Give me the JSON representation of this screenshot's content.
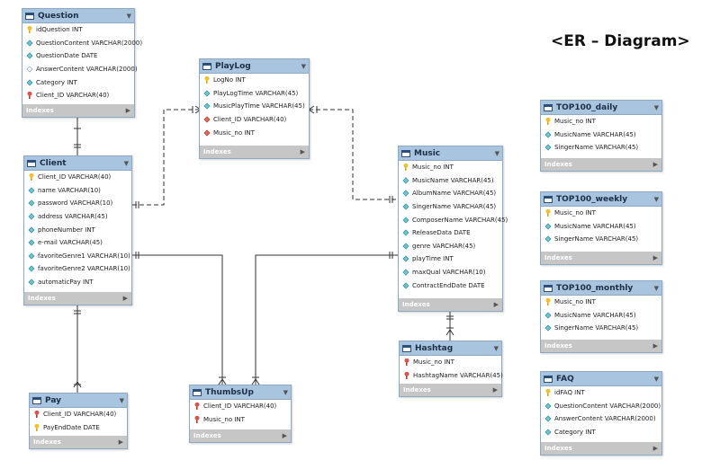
{
  "title": "<ER – Diagram>",
  "indexes_label": "Indexes",
  "icons": {
    "table": "table-icon",
    "primary_key": "key-icon",
    "foreign_key": "red-key-icon",
    "column": "diamond-icon",
    "column_nullable": "hollow-diamond-icon",
    "column_fk": "red-diamond-icon",
    "expand": "chevron-down-icon",
    "indexes": "triangle-right-icon"
  },
  "colors": {
    "header": "#a8c4df",
    "border": "#8ea9c4",
    "footer": "#c6c6c6",
    "connector": "#333333"
  },
  "entities": {
    "question": {
      "name": "Question",
      "columns": [
        {
          "text": "idQuestion INT",
          "icon": "pk"
        },
        {
          "text": "QuestionContent VARCHAR(2000)",
          "icon": "diamond"
        },
        {
          "text": "QuestionDate DATE",
          "icon": "diamond"
        },
        {
          "text": "AnswerContent VARCHAR(2000)",
          "icon": "empty"
        },
        {
          "text": "Category INT",
          "icon": "diamond"
        },
        {
          "text": "Client_ID VARCHAR(40)",
          "icon": "fk"
        }
      ]
    },
    "playlog": {
      "name": "PlayLog",
      "columns": [
        {
          "text": "LogNo INT",
          "icon": "pk"
        },
        {
          "text": "PlayLogTime VARCHAR(45)",
          "icon": "diamond"
        },
        {
          "text": "MusicPlayTime VARCHAR(45)",
          "icon": "diamond"
        },
        {
          "text": "Client_ID VARCHAR(40)",
          "icon": "red"
        },
        {
          "text": "Music_no INT",
          "icon": "red"
        }
      ]
    },
    "client": {
      "name": "Client",
      "columns": [
        {
          "text": "Client_ID VARCHAR(40)",
          "icon": "pk"
        },
        {
          "text": "name VARCHAR(10)",
          "icon": "diamond"
        },
        {
          "text": "password VARCHAR(10)",
          "icon": "diamond"
        },
        {
          "text": "address VARCHAR(45)",
          "icon": "diamond"
        },
        {
          "text": "phoneNumber INT",
          "icon": "diamond"
        },
        {
          "text": "e-mail VARCHAR(45)",
          "icon": "diamond"
        },
        {
          "text": "favoriteGenre1 VARCHAR(10)",
          "icon": "diamond"
        },
        {
          "text": "favoriteGenre2 VARCHAR(10)",
          "icon": "diamond"
        },
        {
          "text": "automaticPay INT",
          "icon": "diamond"
        }
      ]
    },
    "music": {
      "name": "Music",
      "columns": [
        {
          "text": "Music_no INT",
          "icon": "pk"
        },
        {
          "text": "MusicName VARCHAR(45)",
          "icon": "diamond"
        },
        {
          "text": "AlbumName VARCHAR(45)",
          "icon": "diamond"
        },
        {
          "text": "SingerName VARCHAR(45)",
          "icon": "diamond"
        },
        {
          "text": "ComposerName VARCHAR(45)",
          "icon": "diamond"
        },
        {
          "text": "ReleaseData DATE",
          "icon": "diamond"
        },
        {
          "text": "genre VARCHAR(45)",
          "icon": "diamond"
        },
        {
          "text": "playTime INT",
          "icon": "diamond"
        },
        {
          "text": "maxQual VARCHAR(10)",
          "icon": "diamond"
        },
        {
          "text": "ContractEndDate DATE",
          "icon": "diamond"
        }
      ]
    },
    "hashtag": {
      "name": "Hashtag",
      "columns": [
        {
          "text": "Music_no INT",
          "icon": "fk"
        },
        {
          "text": "HashtagName VARCHAR(45)",
          "icon": "fk"
        }
      ]
    },
    "pay": {
      "name": "Pay",
      "columns": [
        {
          "text": "Client_ID VARCHAR(40)",
          "icon": "fk"
        },
        {
          "text": "PayEndDate DATE",
          "icon": "pk"
        }
      ]
    },
    "thumbsup": {
      "name": "ThumbsUp",
      "columns": [
        {
          "text": "Client_ID VARCHAR(40)",
          "icon": "fk"
        },
        {
          "text": "Music_no INT",
          "icon": "fk"
        }
      ]
    },
    "top100_daily": {
      "name": "TOP100_daily",
      "columns": [
        {
          "text": "Music_no INT",
          "icon": "pk"
        },
        {
          "text": "MusicName VARCHAR(45)",
          "icon": "diamond"
        },
        {
          "text": "SingerName VARCHAR(45)",
          "icon": "diamond"
        }
      ]
    },
    "top100_weekly": {
      "name": "TOP100_weekly",
      "columns": [
        {
          "text": "Music_no INT",
          "icon": "pk"
        },
        {
          "text": "MusicName VARCHAR(45)",
          "icon": "diamond"
        },
        {
          "text": "SingerName VARCHAR(45)",
          "icon": "diamond"
        }
      ]
    },
    "top100_monthly": {
      "name": "TOP100_monthly",
      "columns": [
        {
          "text": "Music_no INT",
          "icon": "pk"
        },
        {
          "text": "MusicName VARCHAR(45)",
          "icon": "diamond"
        },
        {
          "text": "SingerName VARCHAR(45)",
          "icon": "diamond"
        }
      ]
    },
    "faq": {
      "name": "FAQ",
      "columns": [
        {
          "text": "idFAQ INT",
          "icon": "pk"
        },
        {
          "text": "QuestionContent VARCHAR(2000)",
          "icon": "diamond"
        },
        {
          "text": "AnswerContent VARCHAR(2000)",
          "icon": "diamond"
        },
        {
          "text": "Category INT",
          "icon": "diamond"
        }
      ]
    }
  }
}
